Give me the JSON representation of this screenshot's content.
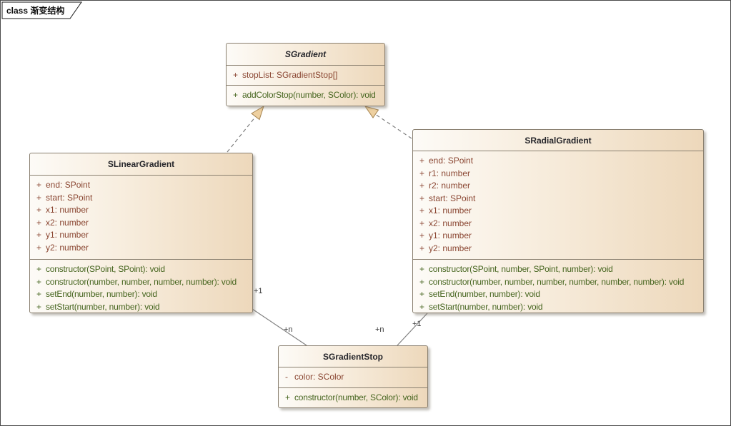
{
  "frame": {
    "label": "class 渐变结构"
  },
  "classes": {
    "sgradient": {
      "name": "SGradient",
      "abstract": true,
      "attributes": [
        {
          "vis": "+",
          "text": "stopList: SGradientStop[]"
        }
      ],
      "methods": [
        {
          "vis": "+",
          "text": "addColorStop(number, SColor): void"
        }
      ]
    },
    "slinear": {
      "name": "SLinearGradient",
      "abstract": false,
      "attributes": [
        {
          "vis": "+",
          "text": "end: SPoint"
        },
        {
          "vis": "+",
          "text": "start: SPoint"
        },
        {
          "vis": "+",
          "text": "x1: number"
        },
        {
          "vis": "+",
          "text": "x2: number"
        },
        {
          "vis": "+",
          "text": "y1: number"
        },
        {
          "vis": "+",
          "text": "y2: number"
        }
      ],
      "methods": [
        {
          "vis": "+",
          "text": "constructor(SPoint, SPoint): void"
        },
        {
          "vis": "+",
          "text": "constructor(number, number, number, number): void"
        },
        {
          "vis": "+",
          "text": "setEnd(number, number): void"
        },
        {
          "vis": "+",
          "text": "setStart(number, number): void"
        }
      ]
    },
    "sradial": {
      "name": "SRadialGradient",
      "abstract": false,
      "attributes": [
        {
          "vis": "+",
          "text": "end: SPoint"
        },
        {
          "vis": "+",
          "text": "r1: number"
        },
        {
          "vis": "+",
          "text": "r2: number"
        },
        {
          "vis": "+",
          "text": "start: SPoint"
        },
        {
          "vis": "+",
          "text": "x1: number"
        },
        {
          "vis": "+",
          "text": "x2: number"
        },
        {
          "vis": "+",
          "text": "y1: number"
        },
        {
          "vis": "+",
          "text": "y2: number"
        }
      ],
      "methods": [
        {
          "vis": "+",
          "text": "constructor(SPoint, number, SPoint, number): void"
        },
        {
          "vis": "+",
          "text": "constructor(number, number, number, number, number, number): void"
        },
        {
          "vis": "+",
          "text": "setEnd(number, number): void"
        },
        {
          "vis": "+",
          "text": "setStart(number, number): void"
        }
      ]
    },
    "sstop": {
      "name": "SGradientStop",
      "abstract": false,
      "attributes": [
        {
          "vis": "-",
          "text": "color: SColor"
        }
      ],
      "methods": [
        {
          "vis": "+",
          "text": "constructor(number, SColor): void"
        }
      ]
    }
  },
  "connectors": {
    "linear_stop": {
      "near_linear": "+1",
      "near_stop": "+n"
    },
    "radial_stop": {
      "near_radial": "+1",
      "near_stop": "+n"
    }
  },
  "colors": {
    "attribute_text": "#8a4632",
    "method_text": "#46651f",
    "box_border": "#8a8070",
    "box_fill_left": "#fdfbf7",
    "box_fill_right": "#edd8bb",
    "arrow_fill": "#eed0a0",
    "arrow_stroke": "#a5834f",
    "connector_line": "#7f7f7f"
  }
}
